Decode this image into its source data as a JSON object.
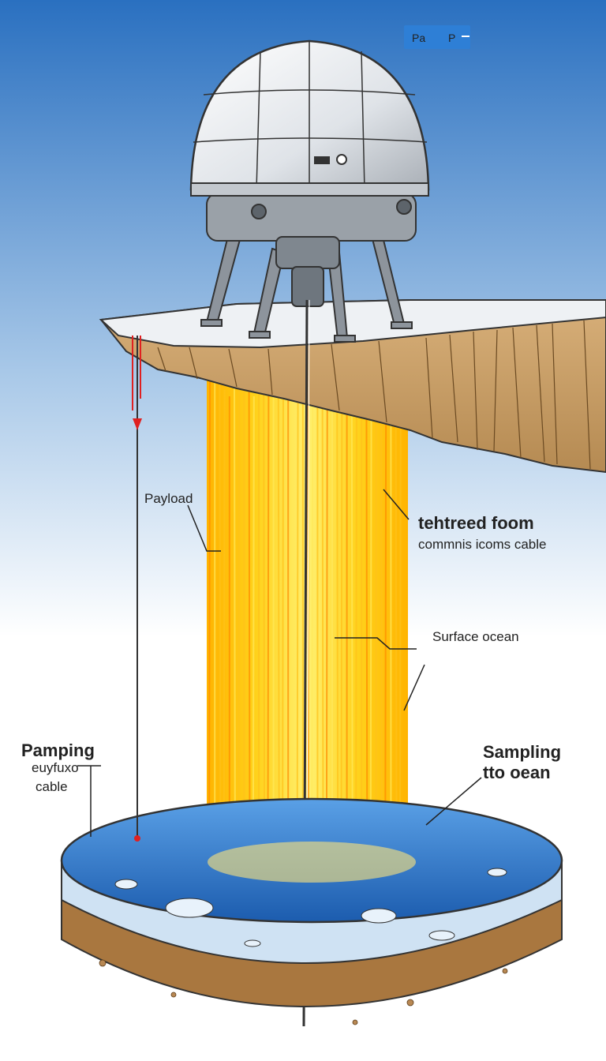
{
  "badge": {
    "left": "Pa",
    "right": "P"
  },
  "labels": {
    "payload": "Payload",
    "tethered_line1": "tehtreed foom",
    "tethered_line2": "commnis icoms cable",
    "surface_ocean": "Surface ocean",
    "pamping_line1": "Pamping",
    "pamping_line2": "euyfuxo",
    "pamping_line3": "cable",
    "sampling_line1": "Sampling",
    "sampling_line2": "tto oean"
  },
  "colors": {
    "sky_top": "#2a70c0",
    "sky_bottom": "#ffffff",
    "plume_core": "#ffe230",
    "plume_edge": "#ffb400",
    "ocean": "#2b74cf",
    "ice": "#d9e8f5",
    "rock": "#c9a06a",
    "soil": "#a9773f",
    "accent_red": "#e02020"
  }
}
